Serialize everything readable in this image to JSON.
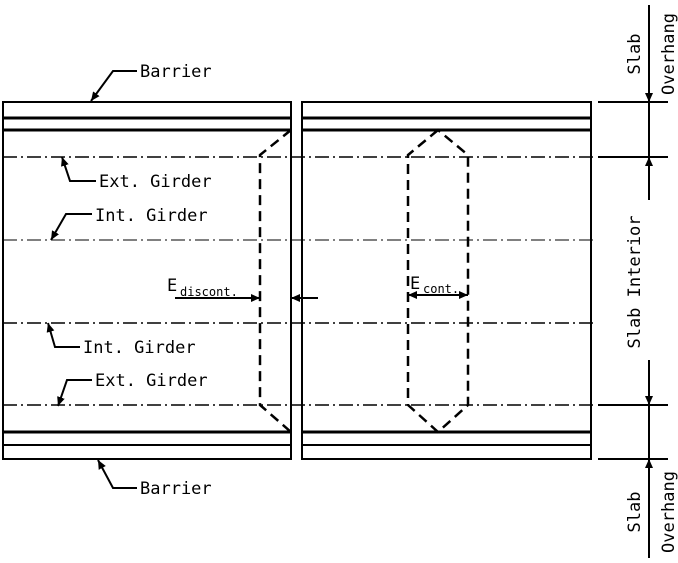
{
  "labels": {
    "barrier_top": "Barrier",
    "barrier_bottom": "Barrier",
    "ext_girder_top": "Ext. Girder",
    "int_girder_top": "Int. Girder",
    "int_girder_bottom": "Int. Girder",
    "ext_girder_bottom": "Ext. Girder",
    "e_discont_main": "E",
    "e_discont_sub": "discont.",
    "e_cont_main": "E",
    "e_cont_sub": "cont.",
    "slab_overhang_top_line1": "Slab",
    "slab_overhang_top_line2": "Overhang",
    "slab_interior": "Slab Interior",
    "slab_overhang_bottom_line1": "Slab",
    "slab_overhang_bottom_line2": "Overhang"
  }
}
